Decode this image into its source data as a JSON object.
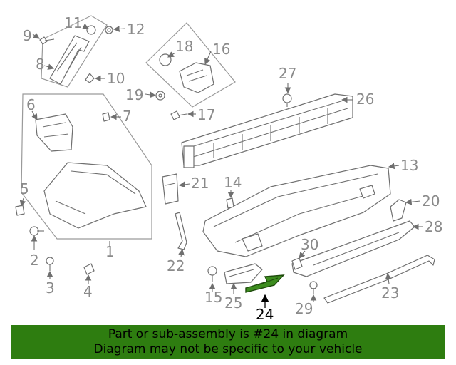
{
  "callouts": [
    "1",
    "2",
    "3",
    "4",
    "5",
    "6",
    "7",
    "8",
    "9",
    "10",
    "11",
    "12",
    "13",
    "14",
    "15",
    "16",
    "17",
    "18",
    "19",
    "20",
    "21",
    "22",
    "23",
    "24",
    "25",
    "26",
    "27",
    "28",
    "29",
    "30"
  ],
  "highlight": {
    "part_number": "24",
    "color": "#2e7d10"
  },
  "banner": {
    "line1": "Part or sub-assembly is #24 in diagram",
    "line2": "Diagram may not be specific to your vehicle",
    "background": "#2e7d10"
  }
}
